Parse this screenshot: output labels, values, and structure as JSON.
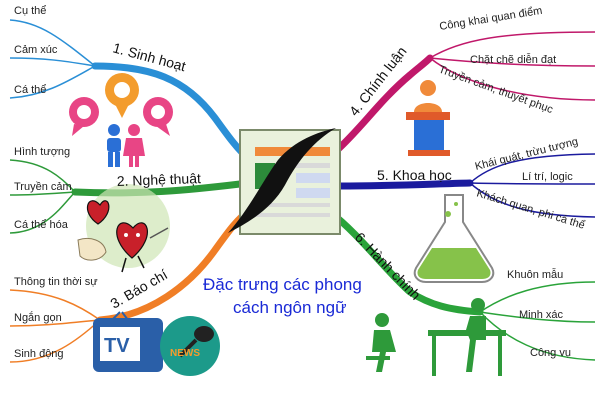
{
  "center": {
    "title_line1": "Đặc trưng các phong",
    "title_line2": "cách ngôn ngữ"
  },
  "branches": [
    {
      "label": "1. Sinh hoạt",
      "color": "#2a8fd6",
      "leaves": [
        "Cụ thể",
        "Cảm xúc",
        "Cá thể"
      ]
    },
    {
      "label": "2. Nghệ thuật",
      "color": "#2e9a3a",
      "leaves": [
        "Hình tượng",
        "Truyền cảm",
        "Cá thể hóa"
      ]
    },
    {
      "label": "3. Báo chí",
      "color": "#f07e26",
      "leaves": [
        "Thông tin thời sự",
        "Ngắn gọn",
        "Sinh động"
      ]
    },
    {
      "label": "4. Chính luận",
      "color": "#c0186a",
      "leaves": [
        "Công khai quan điểm",
        "Chặt chẽ diễn đạt",
        "Truyền cảm, thuyết phục"
      ]
    },
    {
      "label": "5. Khoa học",
      "color": "#1b1b9e",
      "leaves": [
        "Khái quát, trừu tượng",
        "Lí trí, logic",
        "Khách quan, phi cá thể"
      ]
    },
    {
      "label": "6. Hành chính",
      "color": "#2aa33a",
      "leaves": [
        "Khuôn mẫu",
        "Minh xác",
        "Công vụ"
      ]
    }
  ],
  "icons": {
    "tv_label": "TV",
    "news_label": "NEWS"
  }
}
